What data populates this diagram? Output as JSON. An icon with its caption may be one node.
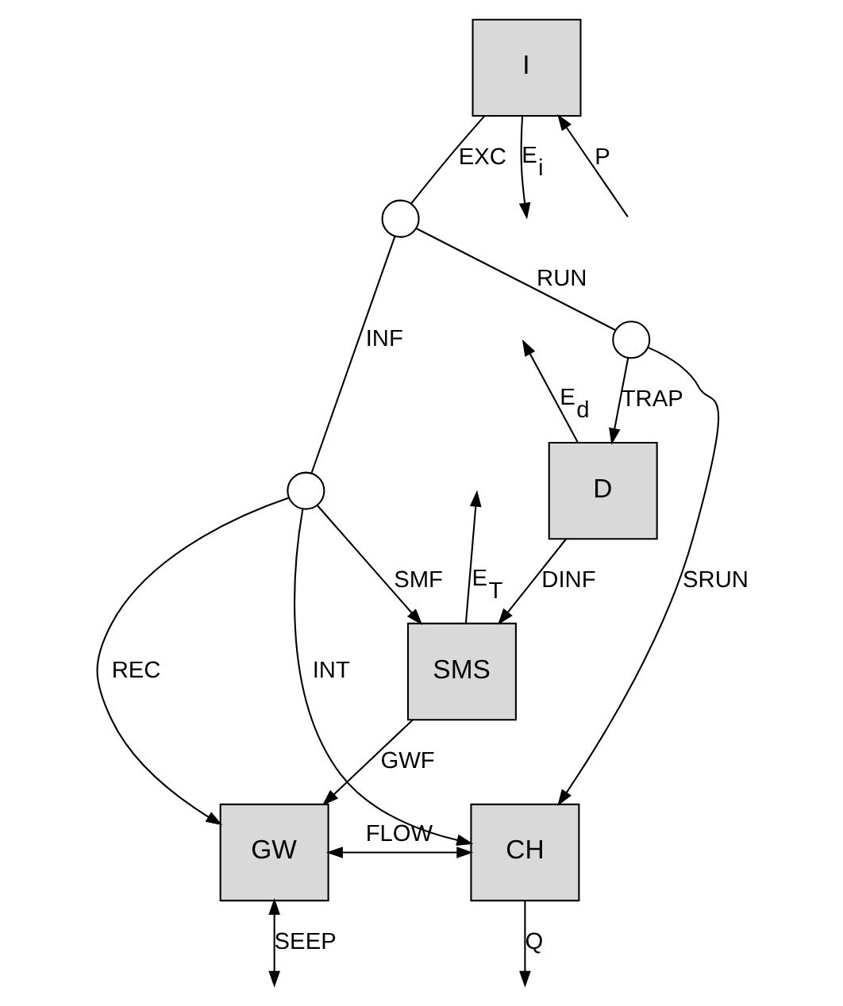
{
  "diagram": {
    "nodes": [
      {
        "text": [
          "I"
        ]
      },
      {
        "text": [],
        "shape": "circle"
      },
      {
        "text": [],
        "shape": "circle"
      },
      {
        "text": [],
        "shape": "circle"
      },
      {
        "text": [
          "D"
        ]
      },
      {
        "text": [
          "SMS"
        ]
      },
      {
        "text": [
          "GW"
        ]
      },
      {
        "text": [
          "CH"
        ]
      }
    ],
    "edges": [
      {
        "from": null,
        "to": 0,
        "arrow": "to",
        "label": "P"
      },
      {
        "from": 0,
        "to": null,
        "arrow": "to",
        "label": "E$_{i}$"
      },
      {
        "from": 0,
        "to": 1,
        "arrow": "none",
        "label": "EXC"
      },
      {
        "from": 1,
        "to": 2,
        "arrow": "none",
        "label": "RUN"
      },
      {
        "from": 2,
        "to": 7,
        "arrow": "to",
        "label": "SRUN"
      },
      {
        "from": 1,
        "to": 3,
        "arrow": "none",
        "label": "INF"
      },
      {
        "from": 2,
        "to": 4,
        "arrow": "to",
        "label": "TRAP"
      },
      {
        "from": 4,
        "to": null,
        "arrow": "to",
        "label": "E$_{d}$"
      },
      {
        "from": 3,
        "to": 6,
        "arrow": "to",
        "label": "REC"
      },
      {
        "from": 3,
        "to": 7,
        "arrow": "to",
        "label": "INT"
      },
      {
        "from": 3,
        "to": 5,
        "arrow": "to",
        "label": "SMF"
      },
      {
        "from": 5,
        "to": null,
        "arrow": "to",
        "label": "E$_{T}$"
      },
      {
        "from": 4,
        "to": 5,
        "arrow": "to",
        "label": "DINF"
      },
      {
        "from": 5,
        "to": 6,
        "arrow": "to",
        "label": "GWF"
      },
      {
        "from": 6,
        "to": 7,
        "arrow": "both",
        "label": "FLOW"
      },
      {
        "from": 7,
        "to": null,
        "arrow": "to",
        "label": "Q"
      },
      {
        "from": 6,
        "to": null,
        "arrow": "both",
        "label": "SEEP"
      }
    ]
  }
}
